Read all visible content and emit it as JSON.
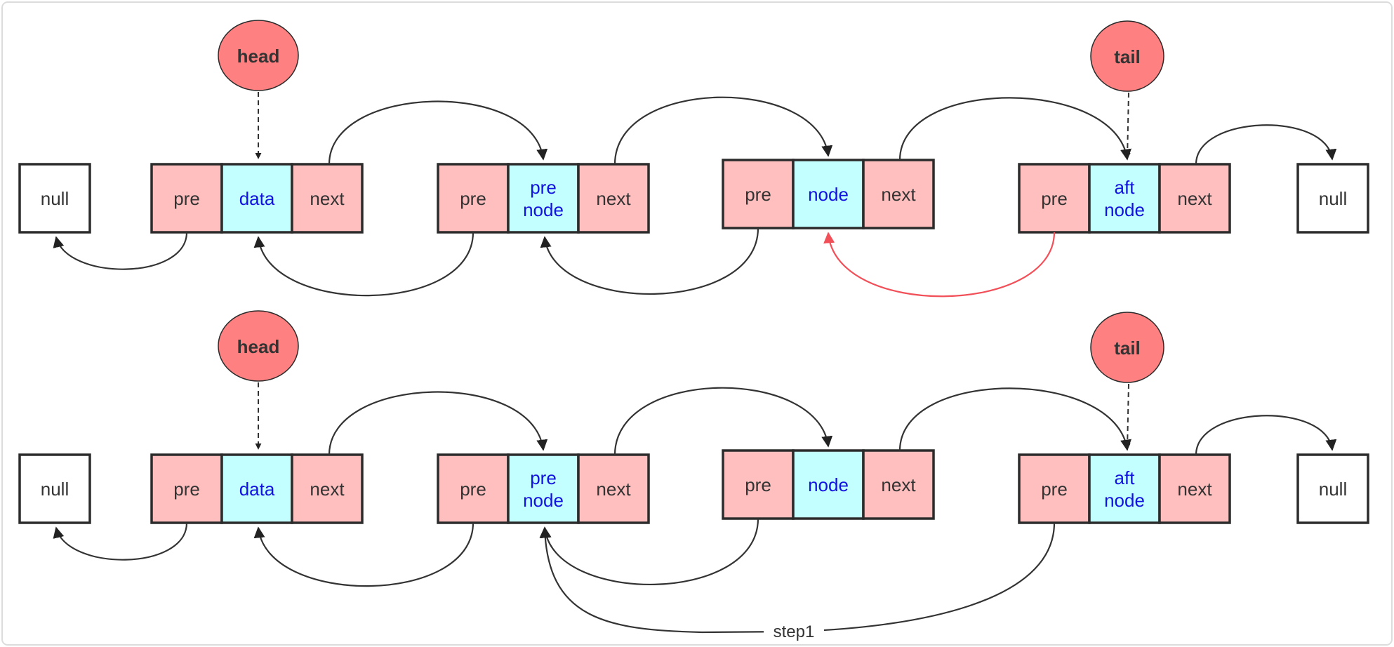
{
  "labels": {
    "null": "null",
    "pre": "pre",
    "next": "next",
    "data": "data",
    "pre_node_1": "pre",
    "pre_node_2": "node",
    "node": "node",
    "aft_node_1": "aft",
    "aft_node_2": "node",
    "head": "head",
    "tail": "tail",
    "step": "step1"
  },
  "colors": {
    "pointer_cell": "#ffbfbf",
    "data_cell": "#c4ffff",
    "pointer_circle": "#ff8080",
    "highlight_link": "#f25059",
    "value_text": "#1212e0"
  }
}
